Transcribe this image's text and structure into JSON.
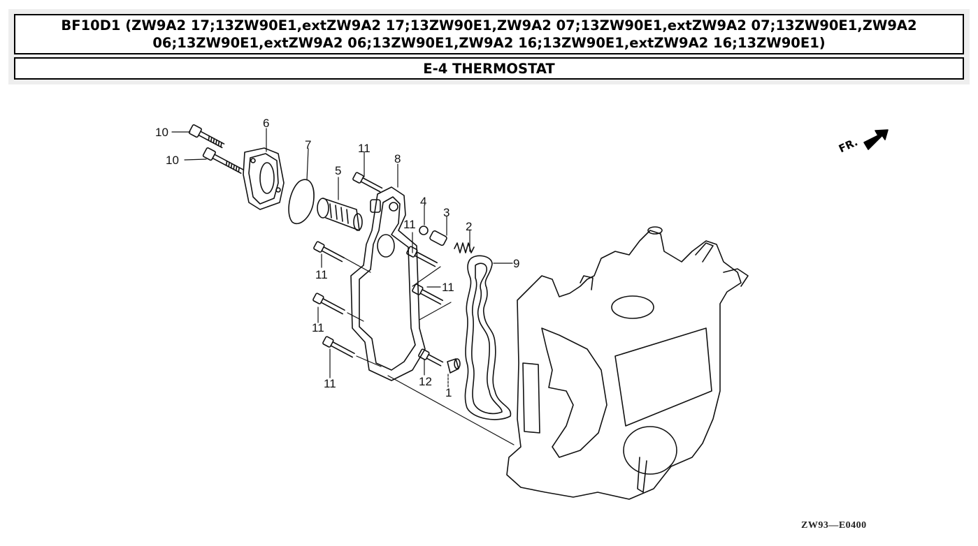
{
  "header": {
    "model_title": "BF10D1 (ZW9A2 17;13ZW90E1,extZW9A2 17;13ZW90E1,ZW9A2 07;13ZW90E1,extZW9A2 07;13ZW90E1,ZW9A2 06;13ZW90E1,extZW9A2 06;13ZW90E1,ZW9A2 16;13ZW90E1,extZW9A2 16;13ZW90E1)",
    "section_title": "E-4 THERMOSTAT"
  },
  "diagram": {
    "direction_indicator": {
      "label": "FR.",
      "icon": "front-arrow-icon"
    },
    "reference_code": "ZW93—E0400",
    "callouts": [
      {
        "id": "10a",
        "label": "10"
      },
      {
        "id": "10b",
        "label": "10"
      },
      {
        "id": "6",
        "label": "6"
      },
      {
        "id": "7",
        "label": "7"
      },
      {
        "id": "5",
        "label": "5"
      },
      {
        "id": "11a",
        "label": "11"
      },
      {
        "id": "8",
        "label": "8"
      },
      {
        "id": "4",
        "label": "4"
      },
      {
        "id": "3",
        "label": "3"
      },
      {
        "id": "2",
        "label": "2"
      },
      {
        "id": "11b",
        "label": "11"
      },
      {
        "id": "9",
        "label": "9"
      },
      {
        "id": "11c",
        "label": "11"
      },
      {
        "id": "11d",
        "label": "11"
      },
      {
        "id": "11e",
        "label": "11"
      },
      {
        "id": "11f",
        "label": "11"
      },
      {
        "id": "12",
        "label": "12"
      },
      {
        "id": "1",
        "label": "1"
      }
    ]
  }
}
